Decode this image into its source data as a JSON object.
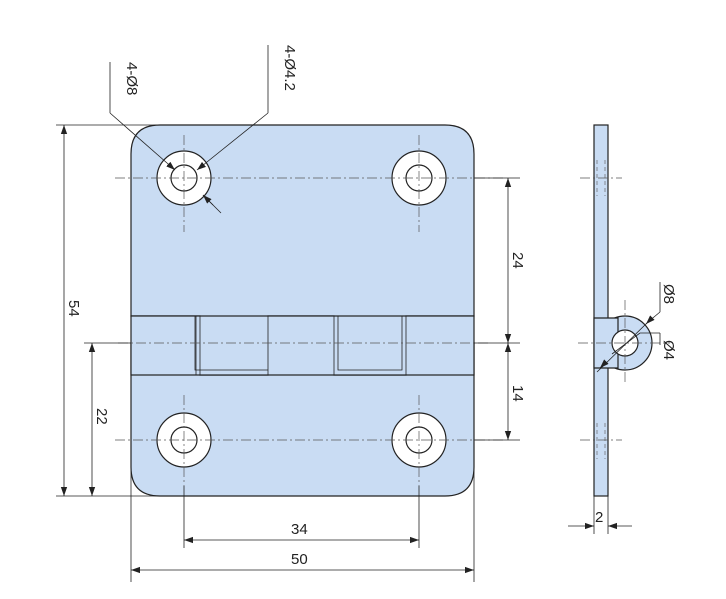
{
  "labels": {
    "hole_small": "4-Ø4.2",
    "hole_large": "4-Ø8",
    "dim_24": "24",
    "dim_14": "14",
    "dim_54": "54",
    "dim_22": "22",
    "dim_34": "34",
    "dim_50": "50",
    "dim_2": "2",
    "knuckle_outer": "Ø8",
    "knuckle_pin": "Ø4"
  },
  "colors": {
    "part_fill": "#c9dcf3",
    "line": "#222222"
  }
}
